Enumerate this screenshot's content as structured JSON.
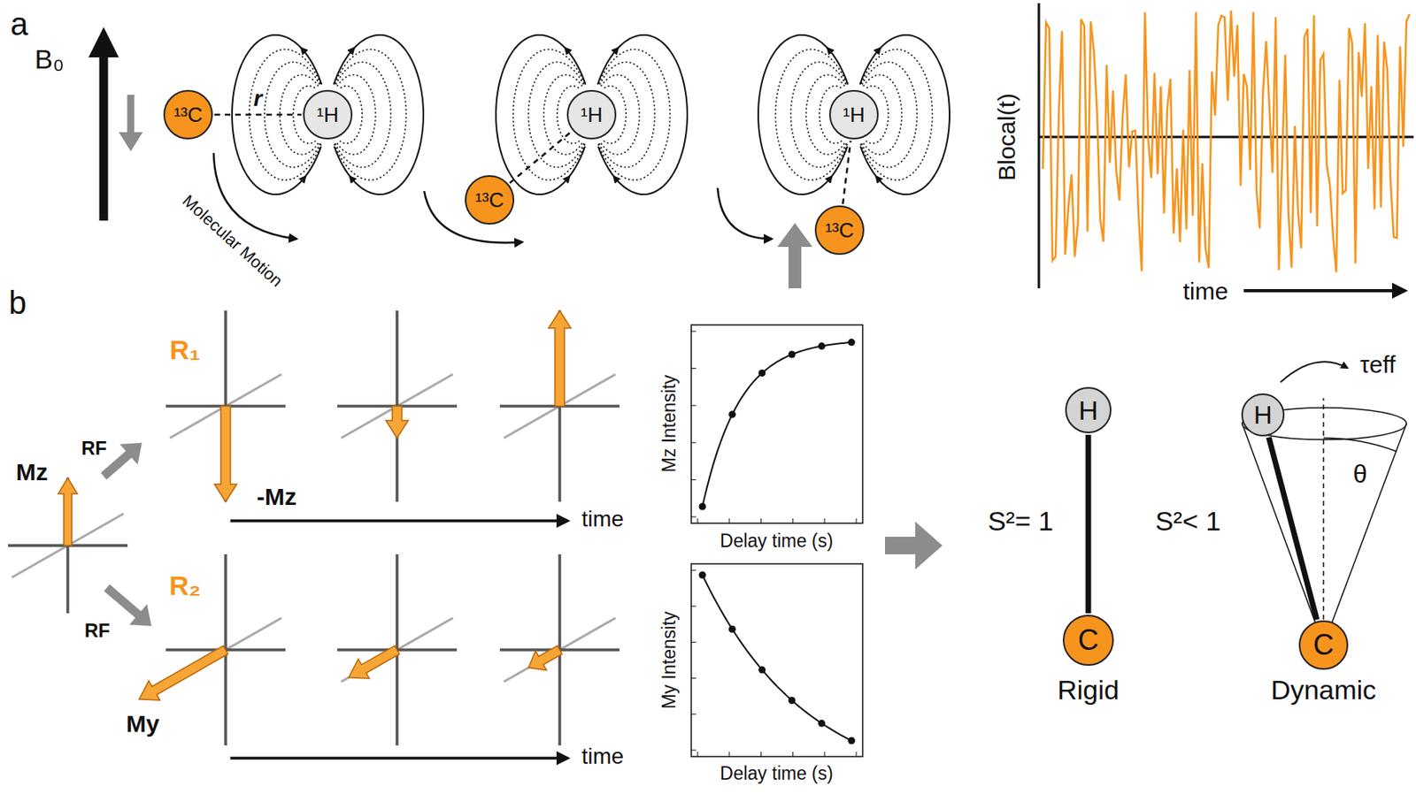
{
  "diagram": {
    "nodes": [
      {
        "text": [
          "¹³C"
        ]
      },
      {
        "text": [
          "¹H"
        ]
      },
      {
        "text": [
          "¹H"
        ]
      },
      {
        "text": [
          "¹³C"
        ]
      },
      {
        "text": [
          "¹H"
        ]
      },
      {
        "text": [
          "¹³C"
        ]
      },
      {
        "text": [
          "H"
        ]
      },
      {
        "text": [
          "C"
        ]
      },
      {
        "text": [
          "H"
        ]
      },
      {
        "text": [
          "C"
        ]
      }
    ],
    "edges": [
      {
        "from": 0,
        "to": 1,
        "label": "r",
        "arrow": "none"
      },
      {
        "from": 3,
        "to": 2,
        "arrow": "none"
      },
      {
        "from": 5,
        "to": 4,
        "arrow": "none"
      },
      {
        "from": 7,
        "to": 6,
        "arrow": "none"
      },
      {
        "from": 9,
        "to": 8,
        "arrow": "none"
      }
    ],
    "labels": [
      "a",
      "B₀",
      "Molecular Motion",
      "Blocal(t)",
      "time",
      "b",
      "R₁",
      "Mz",
      "RF",
      "-Mz",
      "time",
      "Mz Intensity",
      "Delay time (s)",
      "R₂",
      "RF",
      "My",
      "time",
      "My Intensity",
      "Delay time (s)",
      "S²= 1",
      "S²< 1",
      "Rigid",
      "Dynamic",
      "τeff",
      "θ"
    ]
  }
}
